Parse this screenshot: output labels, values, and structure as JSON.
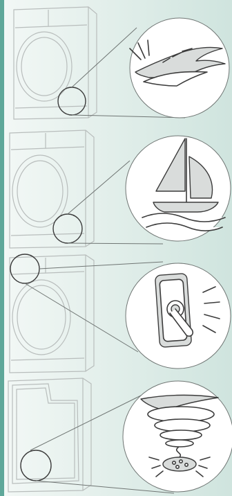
{
  "colors": {
    "accent_bar": "#5fa89a",
    "machine_outline": "#b8bdbc",
    "icon_stroke": "#3b3b3b",
    "callout_fill": "#ffffff"
  },
  "panels": [
    {
      "machine": "washer-dryer",
      "icon": "water-ripple-waves-icon",
      "callout_side": "bottom-right"
    },
    {
      "machine": "washer-dryer",
      "icon": "sailboat-on-waves-icon",
      "callout_side": "bottom-right"
    },
    {
      "machine": "washer-dryer",
      "icon": "toggle-switch-sound-icon",
      "callout_side": "top-left"
    },
    {
      "machine": "cabinet-rear",
      "icon": "spiral-drain-vibration-icon",
      "callout_side": "bottom-left"
    }
  ]
}
